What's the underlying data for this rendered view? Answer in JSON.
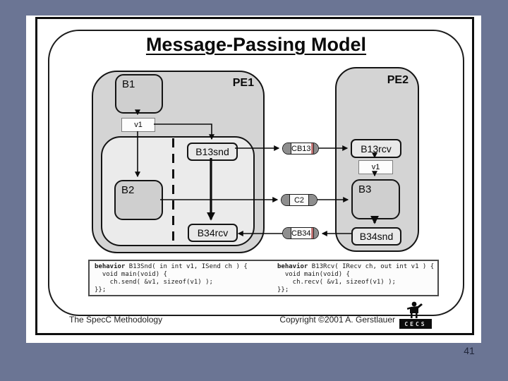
{
  "page": {
    "number": "41"
  },
  "slide": {
    "title": "Message-Passing Model",
    "footer_left": "The SpecC Methodology",
    "footer_right": "Copyright ©2001 A. Gerstlauer",
    "logo_text": "CECS"
  },
  "diagram": {
    "pe1": {
      "label": "PE1",
      "b1": "B1",
      "v1": "v1",
      "b2": "B2",
      "b13snd": "B13snd",
      "b34rcv": "B34rcv"
    },
    "pe2": {
      "label": "PE2",
      "b13rcv": "B13rcv",
      "v1": "v1",
      "b3": "B3",
      "b34snd": "B34snd"
    },
    "channels": [
      {
        "label": "CB13"
      },
      {
        "label": "C2"
      },
      {
        "label": "CB34"
      }
    ]
  },
  "code": {
    "left": {
      "keyword": "behavior",
      "sig": " B13Snd( in int v1, ISend ch ) {",
      "line2": "  void main(void) {",
      "line3": "    ch.send( &v1, sizeof(v1) );",
      "line4": "}};"
    },
    "right": {
      "keyword": "behavior",
      "sig": " B13Rcv( IRecv ch, out int v1 ) {",
      "line2": "  void main(void) {",
      "line3": "    ch.recv( &v1, sizeof(v1) );",
      "line4": "}};"
    }
  },
  "colors": {
    "background": "#6b7594",
    "pe_fill": "#d4d4d4",
    "inner_fill": "#ebebeb",
    "block_fill": "#cfcfcf",
    "channel_cap": "#8e8e8e",
    "channel_stripe": "#a03636",
    "border": "#0e0e0e"
  }
}
